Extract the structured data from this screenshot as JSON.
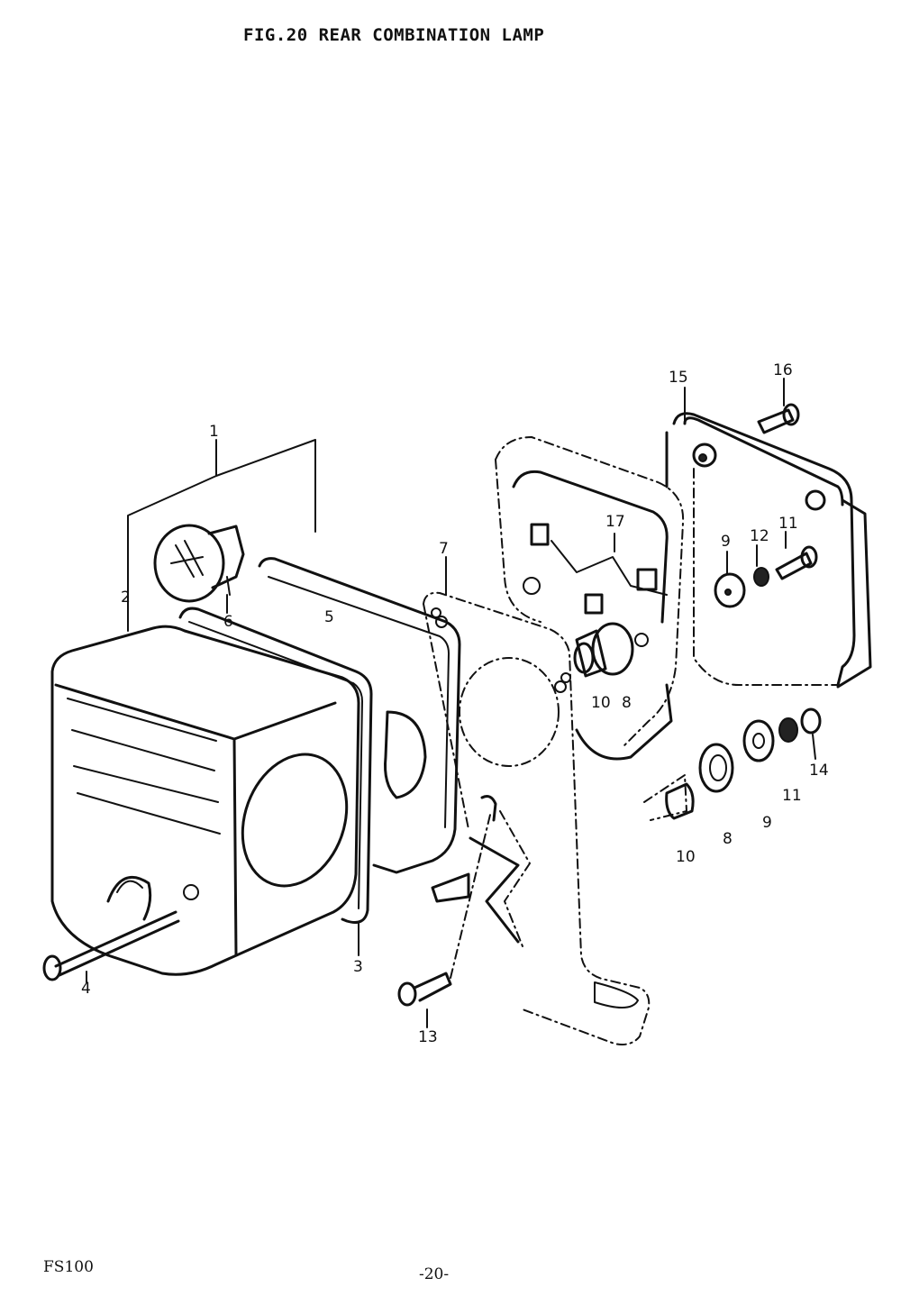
{
  "title": "FIG.20 REAR COMBINATION LAMP",
  "footer": {
    "model": "FS100",
    "page": "-20-"
  },
  "part_numbers": [
    "1",
    "2",
    "3",
    "4",
    "5",
    "6",
    "7",
    "8",
    "9",
    "10",
    "11",
    "12",
    "13",
    "14",
    "15",
    "16",
    "17"
  ],
  "callouts": {
    "c1": "1",
    "c2": "2",
    "c3": "3",
    "c4": "4",
    "c5": "5",
    "c6": "6",
    "c7": "7",
    "c8a": "8",
    "c8b": "8",
    "c9a": "9",
    "c9b": "9",
    "c10a": "10",
    "c10b": "10",
    "c11a": "11",
    "c11b": "11",
    "c12": "12",
    "c13": "13",
    "c14": "14",
    "c15": "15",
    "c16": "16",
    "c17": "17"
  }
}
